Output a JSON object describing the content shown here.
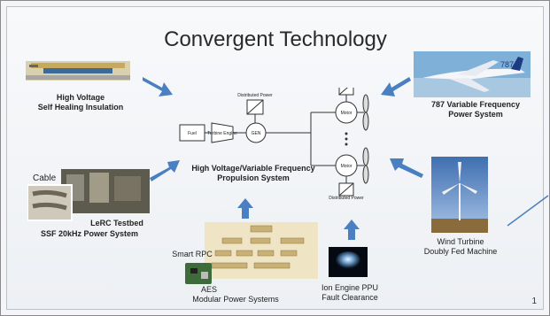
{
  "slide": {
    "title": "Convergent Technology",
    "page_number": "1",
    "accent_color": "#4a7fc1"
  },
  "items": {
    "insulation": {
      "line1": "High Voltage",
      "line2": "Self Healing Insulation"
    },
    "b787": {
      "line1": "787 Variable Frequency",
      "line2": "Power System"
    },
    "propulsion": {
      "line1": "High Voltage/Variable Frequency",
      "line2": "Propulsion System"
    },
    "cable": "Cable",
    "testbed": {
      "line1": "LeRC Testbed",
      "line2": "SSF 20kHz Power System"
    },
    "smart_rpc": "Smart RPC",
    "aes": {
      "line1": "AES",
      "line2": "Modular Power Systems"
    },
    "ion": {
      "line1": "Ion Engine PPU",
      "line2": "Fault Clearance"
    },
    "wind": {
      "line1": "Wind Turbine",
      "line2": "Doubly Fed Machine"
    }
  },
  "diagram": {
    "fuel": "Fuel",
    "turbine": "Turbine Engine",
    "gen": "GEN",
    "motor_a": "Motor",
    "motor_b": "Motor",
    "dist_top": "Distributed Power",
    "dist_bottom": "Distributed Power"
  }
}
